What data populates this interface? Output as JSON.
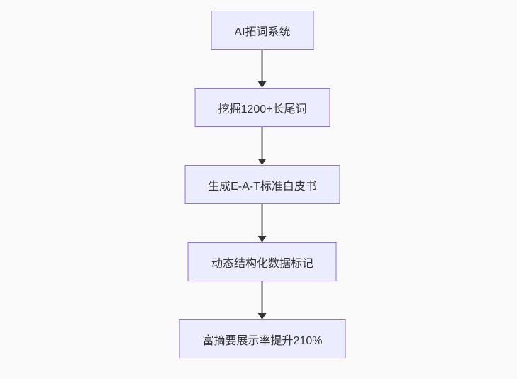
{
  "diagram": {
    "type": "flowchart-top-down",
    "nodes": [
      {
        "id": "n1",
        "label": "AI拓词系统"
      },
      {
        "id": "n2",
        "label": "挖掘1200+长尾词"
      },
      {
        "id": "n3",
        "label": "生成E-A-T标准白皮书"
      },
      {
        "id": "n4",
        "label": "动态结构化数据标记"
      },
      {
        "id": "n5",
        "label": "富摘要展示率提升210%"
      }
    ],
    "edges": [
      {
        "from": "n1",
        "to": "n2",
        "style": "arrow-down"
      },
      {
        "from": "n2",
        "to": "n3",
        "style": "arrow-down"
      },
      {
        "from": "n3",
        "to": "n4",
        "style": "arrow-down"
      },
      {
        "from": "n4",
        "to": "n5",
        "style": "arrow-down"
      }
    ]
  },
  "colors": {
    "background": "#fafafa",
    "node_fill": "#ececff",
    "node_border": "#9370db",
    "node_text": "#333333",
    "arrow_line": "#555555",
    "arrow_head": "#333333"
  }
}
